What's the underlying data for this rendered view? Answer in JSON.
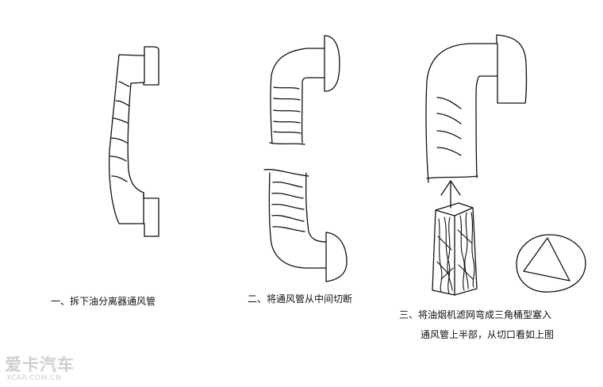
{
  "captions": {
    "step1": "一、拆下油分离器通风管",
    "step2": "二、将通风管从中间切断",
    "step3_line1": "三、将油烟机滤网弯成三角桶型塞入",
    "step3_line2": "通风管上半部，从切口看如上图"
  },
  "watermark": {
    "main": "爱卡汽车",
    "sub": "XCAR.COM.CN"
  },
  "colors": {
    "ink": "#111111",
    "watermark": "#cfcfcf",
    "background": "#ffffff"
  }
}
